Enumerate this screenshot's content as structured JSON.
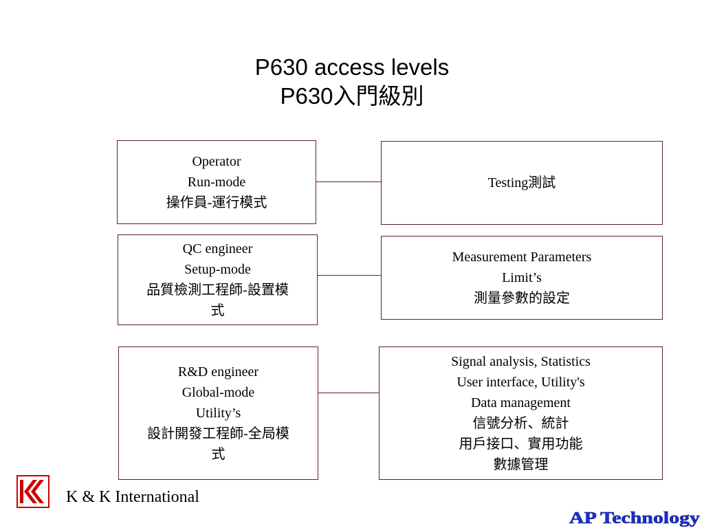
{
  "title": {
    "line1": "P630 access levels",
    "line2": "P630入門級別"
  },
  "levels": [
    {
      "lines": [
        "Operator",
        "Run-mode",
        "操作員-運行模式"
      ]
    },
    {
      "lines": [
        "QC engineer",
        "Setup-mode",
        "品質檢測工程師-設置模",
        "式"
      ]
    },
    {
      "lines": [
        "R&D engineer",
        "Global-mode",
        "Utility’s",
        "設計開發工程師-全局模",
        "式"
      ]
    }
  ],
  "functions": [
    {
      "lines": [
        "Testing測試"
      ]
    },
    {
      "lines": [
        "Measurement Parameters",
        "Limit’s",
        "測量參數的設定"
      ]
    },
    {
      "lines": [
        "Signal analysis, Statistics",
        "User interface, Utility's",
        "Data management",
        "信號分析、統計",
        "用戶接口、實用功能",
        "數據管理"
      ]
    }
  ],
  "footer": {
    "company": "K & K International",
    "logo_icon": "kk-logo-icon",
    "brand_text": "AP Technology"
  },
  "colors": {
    "box_border": "#5b1f3a",
    "logo_red": "#cc0000",
    "brand_blue": "#1b2fd0"
  }
}
